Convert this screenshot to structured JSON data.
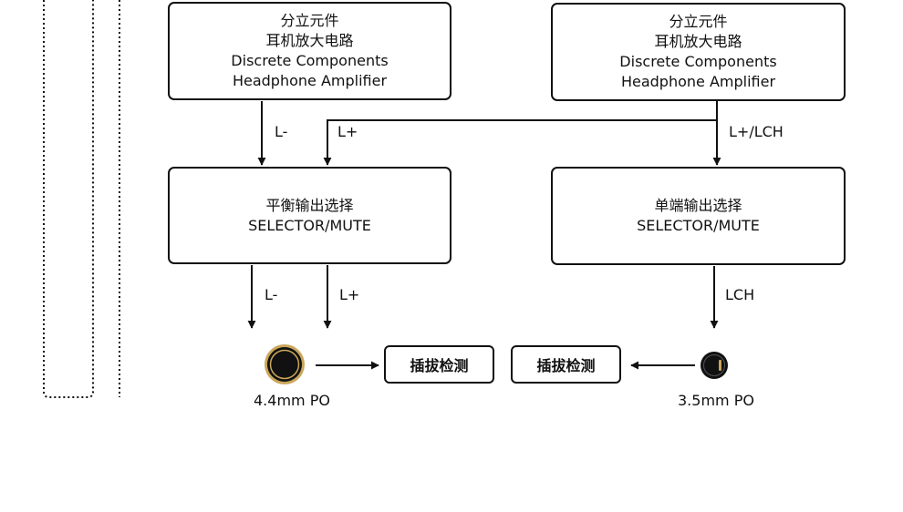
{
  "amp_left": {
    "line1": "分立元件",
    "line2": "耳机放大电路",
    "line3": "Discrete Components",
    "line4": "Headphone Amplifier"
  },
  "amp_right": {
    "line1": "分立元件",
    "line2": "耳机放大电路",
    "line3": "Discrete Components",
    "line4": "Headphone Amplifier"
  },
  "sel_balanced": {
    "line1": "平衡输出选择",
    "line2": "SELECTOR/MUTE"
  },
  "sel_single": {
    "line1": "单端输出选择",
    "line2": "SELECTOR/MUTE"
  },
  "labels": {
    "l_minus_top": "L-",
    "l_plus_top": "L+",
    "l_plus_lch": "L+/LCH",
    "l_minus_bottom": "L-",
    "l_plus_bottom": "L+",
    "lch": "LCH"
  },
  "detect_left": "插拔检测",
  "detect_right": "插拔检测",
  "port_left": "4.4mm PO",
  "port_right": "3.5mm PO",
  "colors": {
    "line": "#111111",
    "jack_gold": "#c9a65a",
    "jack_dark": "#111111"
  }
}
